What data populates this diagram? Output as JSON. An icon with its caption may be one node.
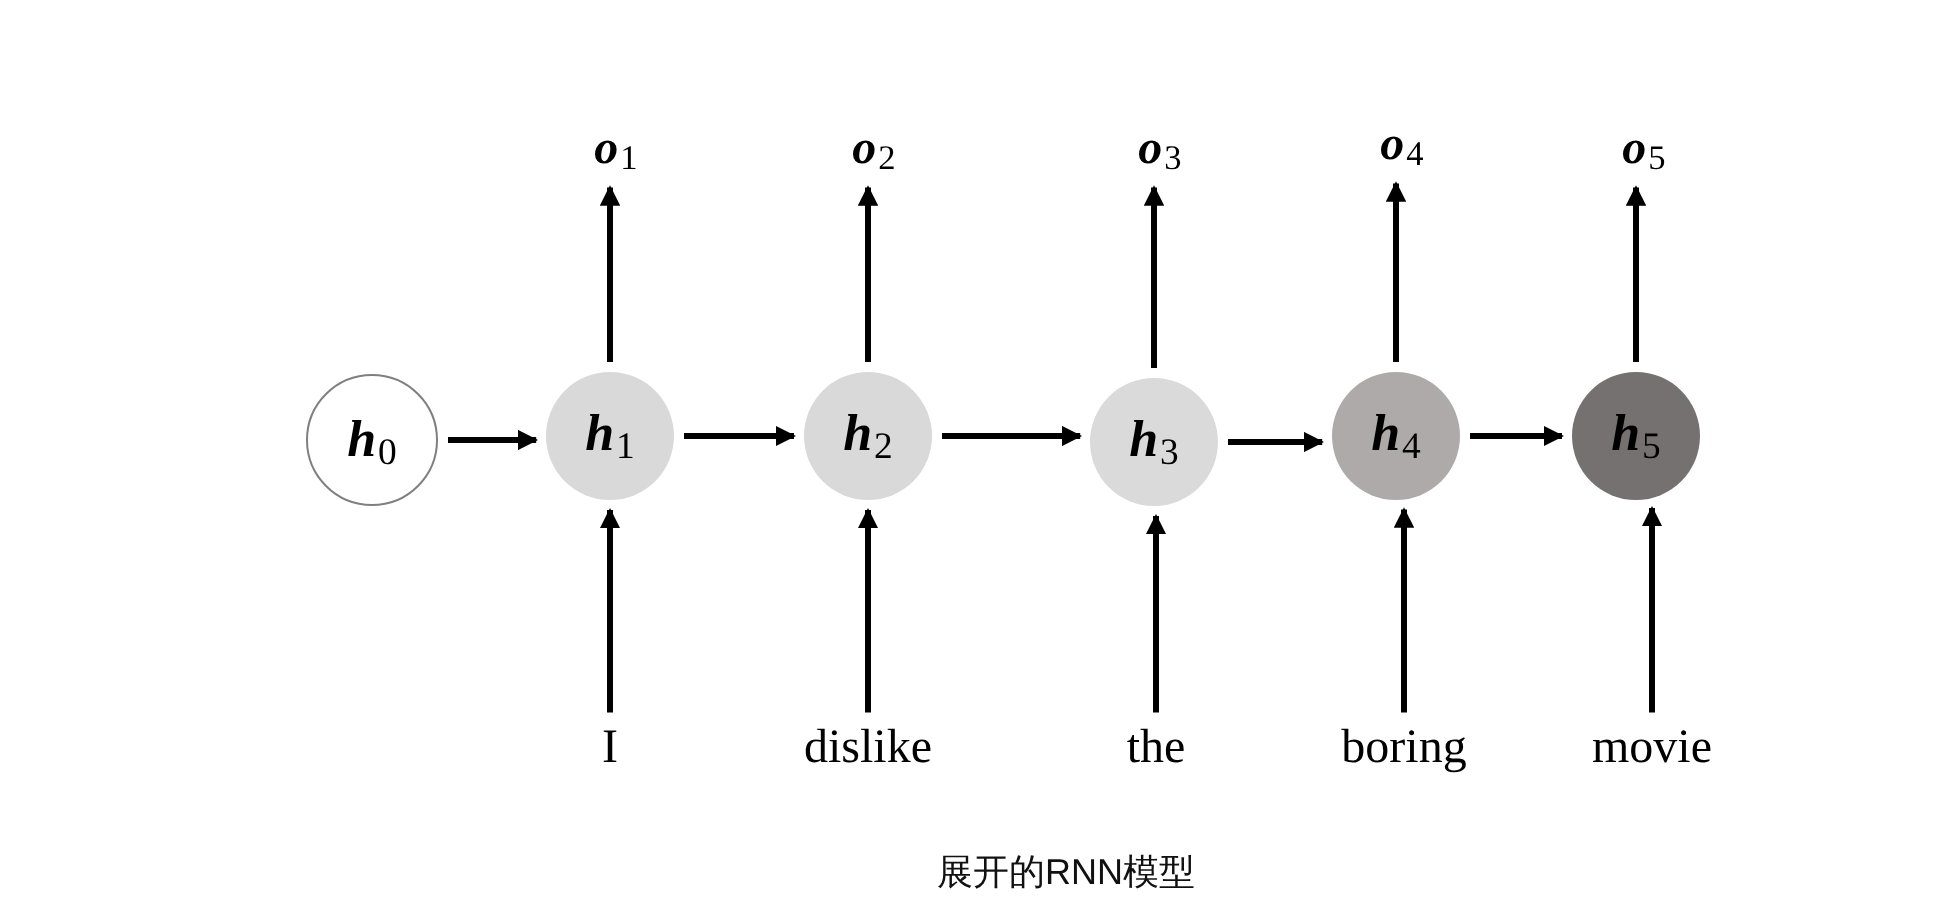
{
  "diagram": {
    "caption": "展开的RNN模型",
    "nodes": [
      {
        "text": [
          "o$_{1}$"
        ]
      },
      {
        "text": [
          "o$_{2}$"
        ]
      },
      {
        "text": [
          "o$_{3}$"
        ]
      },
      {
        "text": [
          "o$_{4}$"
        ]
      },
      {
        "text": [
          "o$_{5}$"
        ]
      },
      {
        "text": [
          "h$_{0}$"
        ]
      },
      {
        "text": [
          "h$_{1}$"
        ]
      },
      {
        "text": [
          "h$_{2}$"
        ]
      },
      {
        "text": [
          "h$_{3}$"
        ]
      },
      {
        "text": [
          "h$_{4}$"
        ]
      },
      {
        "text": [
          "h$_{5}$"
        ]
      },
      {
        "text": [
          "I"
        ]
      },
      {
        "text": [
          "dislike"
        ]
      },
      {
        "text": [
          "the"
        ]
      },
      {
        "text": [
          "boring"
        ]
      },
      {
        "text": [
          "movie"
        ]
      }
    ],
    "edges": [
      {
        "from": 5,
        "to": 6,
        "arrow": "to"
      },
      {
        "from": 6,
        "to": 7,
        "arrow": "to"
      },
      {
        "from": 7,
        "to": 8,
        "arrow": "to"
      },
      {
        "from": 8,
        "to": 9,
        "arrow": "to"
      },
      {
        "from": 9,
        "to": 10,
        "arrow": "to"
      },
      {
        "from": 6,
        "to": 0,
        "arrow": "to"
      },
      {
        "from": 7,
        "to": 1,
        "arrow": "to"
      },
      {
        "from": 8,
        "to": 2,
        "arrow": "to"
      },
      {
        "from": 9,
        "to": 3,
        "arrow": "to"
      },
      {
        "from": 10,
        "to": 4,
        "arrow": "to"
      },
      {
        "from": 11,
        "to": 6,
        "arrow": "to"
      },
      {
        "from": 12,
        "to": 7,
        "arrow": "to"
      },
      {
        "from": 13,
        "to": 8,
        "arrow": "to"
      },
      {
        "from": 14,
        "to": 9,
        "arrow": "to"
      },
      {
        "from": 15,
        "to": 10,
        "arrow": "to"
      }
    ]
  }
}
